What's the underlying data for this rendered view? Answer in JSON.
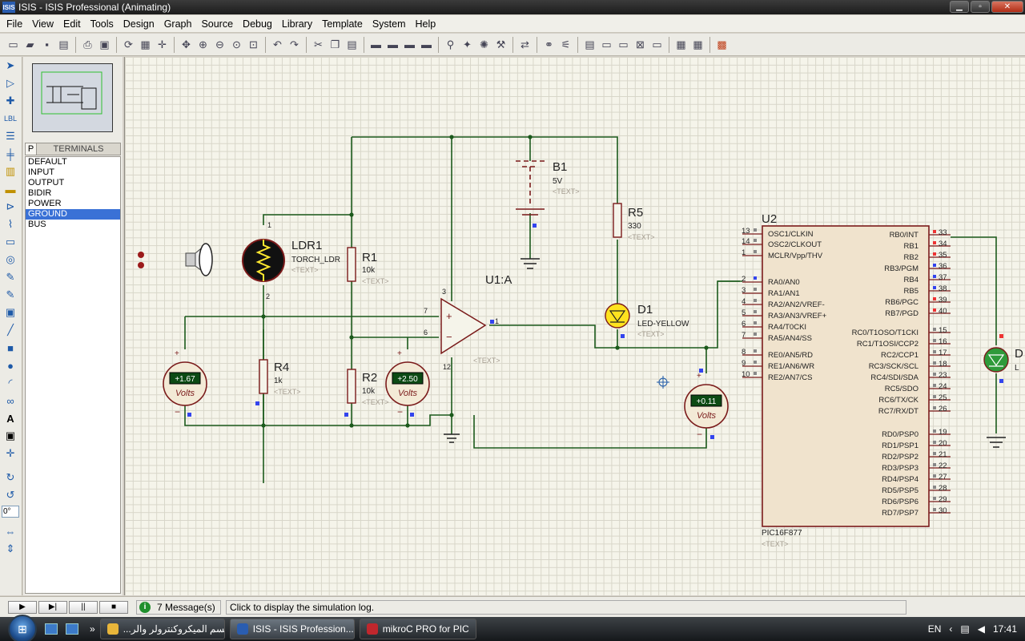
{
  "window": {
    "title": "ISIS - ISIS Professional (Animating)",
    "app_icon": "ISIS",
    "minimize": "▁",
    "maximize": "▫",
    "close": "✕"
  },
  "menu": [
    "File",
    "View",
    "Edit",
    "Tools",
    "Design",
    "Graph",
    "Source",
    "Debug",
    "Library",
    "Template",
    "System",
    "Help"
  ],
  "panel": {
    "p_button": "P",
    "title": "TERMINALS",
    "items": [
      "DEFAULT",
      "INPUT",
      "OUTPUT",
      "BIDIR",
      "POWER",
      "GROUND",
      "BUS"
    ],
    "selected": "GROUND"
  },
  "rotation_value": "0°",
  "schematic": {
    "ldr": {
      "ref": "LDR1",
      "value": "TORCH_LDR",
      "text": "<TEXT>",
      "pin1": "1",
      "pin2": "2"
    },
    "r1": {
      "ref": "R1",
      "value": "10k",
      "text": "<TEXT>"
    },
    "r2": {
      "ref": "R2",
      "value": "10k",
      "text": "<TEXT>"
    },
    "r4": {
      "ref": "R4",
      "value": "1k",
      "text": "<TEXT>"
    },
    "r5": {
      "ref": "R5",
      "value": "330",
      "text": "<TEXT>"
    },
    "b1": {
      "ref": "B1",
      "value": "5V",
      "text": "<TEXT>"
    },
    "u1": {
      "ref": "U1:A",
      "text": "<TEXT>",
      "pin3": "3",
      "pin7": "7",
      "pin6": "6",
      "pin12": "12",
      "pin1": "1",
      "plus": "+",
      "minus": "−"
    },
    "d1": {
      "ref": "D1",
      "value": "LED-YELLOW",
      "text": "<TEXT>"
    },
    "d2": {
      "ref": "D",
      "value": "L"
    },
    "volt1": {
      "reading": "+1.67",
      "unit": "Volts"
    },
    "volt2": {
      "reading": "+2.50",
      "unit": "Volts"
    },
    "volt3": {
      "reading": "+0.11",
      "unit": "Volts"
    },
    "volt_plus": "+",
    "volt_minus": "−",
    "u2": {
      "ref": "U2",
      "part": "PIC16F877",
      "text": "<TEXT>",
      "left_pins": [
        {
          "num": "13",
          "name": "OSC1/CLKIN"
        },
        {
          "num": "14",
          "name": "OSC2/CLKOUT"
        },
        {
          "num": "1",
          "name": "MCLR/Vpp/THV"
        },
        {
          "num": "2",
          "name": "RA0/AN0"
        },
        {
          "num": "3",
          "name": "RA1/AN1"
        },
        {
          "num": "4",
          "name": "RA2/AN2/VREF-"
        },
        {
          "num": "5",
          "name": "RA3/AN3/VREF+"
        },
        {
          "num": "6",
          "name": "RA4/T0CKI"
        },
        {
          "num": "7",
          "name": "RA5/AN4/SS"
        },
        {
          "num": "8",
          "name": "RE0/AN5/RD"
        },
        {
          "num": "9",
          "name": "RE1/AN6/WR"
        },
        {
          "num": "10",
          "name": "RE2/AN7/CS"
        }
      ],
      "right_pins": [
        {
          "num": "33",
          "name": "RB0/INT"
        },
        {
          "num": "34",
          "name": "RB1"
        },
        {
          "num": "35",
          "name": "RB2"
        },
        {
          "num": "36",
          "name": "RB3/PGM"
        },
        {
          "num": "37",
          "name": "RB4"
        },
        {
          "num": "38",
          "name": "RB5"
        },
        {
          "num": "39",
          "name": "RB6/PGC"
        },
        {
          "num": "40",
          "name": "RB7/PGD"
        },
        {
          "num": "15",
          "name": "RC0/T1OSO/T1CKI"
        },
        {
          "num": "16",
          "name": "RC1/T1OSI/CCP2"
        },
        {
          "num": "17",
          "name": "RC2/CCP1"
        },
        {
          "num": "18",
          "name": "RC3/SCK/SCL"
        },
        {
          "num": "23",
          "name": "RC4/SDI/SDA"
        },
        {
          "num": "24",
          "name": "RC5/SDO"
        },
        {
          "num": "25",
          "name": "RC6/TX/CK"
        },
        {
          "num": "26",
          "name": "RC7/RX/DT"
        },
        {
          "num": "19",
          "name": "RD0/PSP0"
        },
        {
          "num": "20",
          "name": "RD1/PSP1"
        },
        {
          "num": "21",
          "name": "RD2/PSP2"
        },
        {
          "num": "22",
          "name": "RD3/PSP3"
        },
        {
          "num": "27",
          "name": "RD4/PSP4"
        },
        {
          "num": "28",
          "name": "RD5/PSP5"
        },
        {
          "num": "29",
          "name": "RD6/PSP6"
        },
        {
          "num": "30",
          "name": "RD7/PSP7"
        }
      ]
    }
  },
  "status": {
    "play": "▶",
    "step": "▶|",
    "pause": "||",
    "stop": "■",
    "messages": "7 Message(s)",
    "hint": "Click to display the simulation log."
  },
  "taskbar": {
    "tasks": [
      {
        "label": "...قسم الميكروكنترولر والر",
        "color": "#e8b53a"
      },
      {
        "label": "ISIS - ISIS Profession...",
        "color": "#2a5db0",
        "active": true
      },
      {
        "label": "mikroC PRO for PIC",
        "color": "#c0272d"
      }
    ],
    "lang": "EN",
    "time": "17:41"
  }
}
